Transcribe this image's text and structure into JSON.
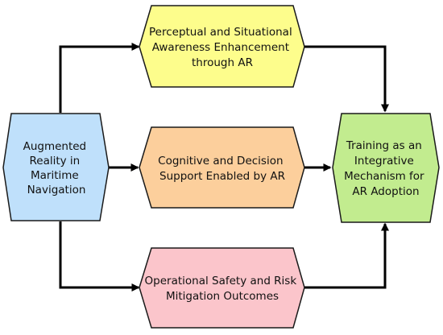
{
  "diagram": {
    "nodes": [
      {
        "id": "source",
        "lines": [
          "Augmented",
          "Reality in",
          "Maritime",
          "Navigation"
        ],
        "fill": "#bfe0fb",
        "stroke": "#1a1a1a"
      },
      {
        "id": "perceptual",
        "lines": [
          "Perceptual and Situational",
          "Awareness Enhancement",
          "through AR"
        ],
        "fill": "#fdfd8c",
        "stroke": "#1a1a1a"
      },
      {
        "id": "cognitive",
        "lines": [
          "Cognitive and Decision",
          "Support Enabled by AR"
        ],
        "fill": "#fccf9c",
        "stroke": "#1a1a1a"
      },
      {
        "id": "safety",
        "lines": [
          "Operational Safety and Risk",
          "Mitigation Outcomes"
        ],
        "fill": "#fbc5cb",
        "stroke": "#1a1a1a"
      },
      {
        "id": "training",
        "lines": [
          "Training as an",
          "Integrative",
          "Mechanism for",
          "AR Adoption"
        ],
        "fill": "#c2ec8f",
        "stroke": "#1a1a1a"
      }
    ],
    "edges": [
      {
        "from": "source",
        "to": "perceptual"
      },
      {
        "from": "source",
        "to": "cognitive"
      },
      {
        "from": "source",
        "to": "safety"
      },
      {
        "from": "perceptual",
        "to": "training"
      },
      {
        "from": "cognitive",
        "to": "training"
      },
      {
        "from": "safety",
        "to": "training"
      }
    ],
    "edge_color": "#000000"
  }
}
